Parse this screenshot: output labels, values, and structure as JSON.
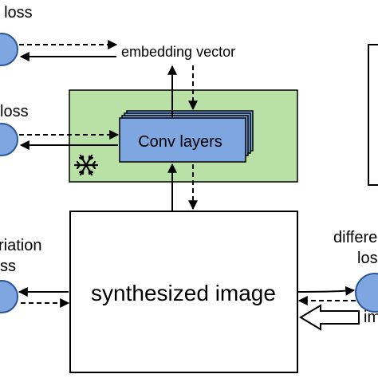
{
  "labels": {
    "top_loss": "t loss",
    "mid_loss": "loss",
    "variation_loss_line1": "riation",
    "variation_loss_line2": "ss",
    "embedding_vector": "embedding vector",
    "conv_layers": "Conv layers",
    "synthesized_image": "synthesized image",
    "difference_loss_line1": "differe",
    "difference_loss_line2": "los",
    "input_label": "im"
  },
  "icons": {
    "frozen": "snowflake-icon"
  },
  "colors": {
    "node_fill": "#7EA6E0",
    "node_stroke": "#2B5597",
    "frozen_box_fill": "#B9E0A5",
    "frozen_box_stroke": "#000000",
    "conv_fill": "#7EA6E0",
    "conv_stroke": "#000000",
    "arrow": "#000000",
    "background": "#FFFFFF"
  }
}
